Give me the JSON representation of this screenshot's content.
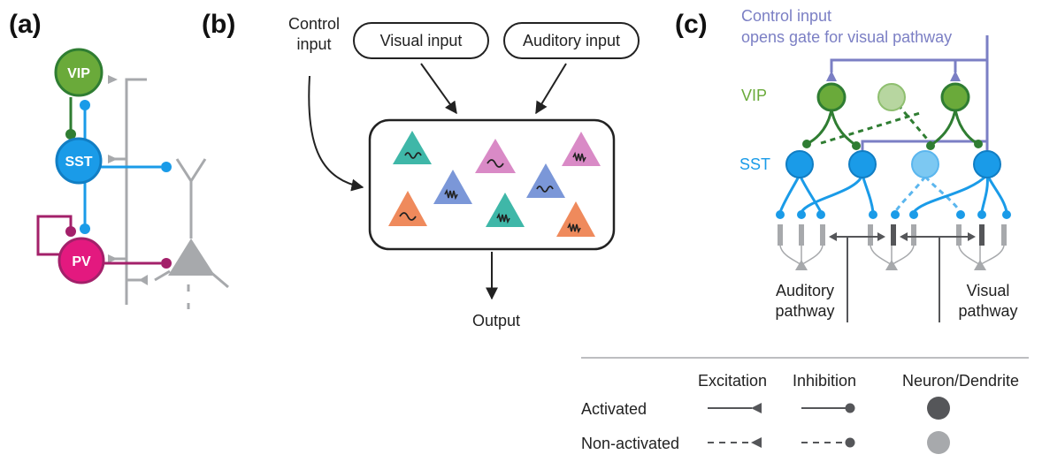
{
  "panels": {
    "a": {
      "label": "(a)",
      "cells": {
        "vip": "VIP",
        "sst": "SST",
        "pv": "PV"
      }
    },
    "b": {
      "label": "(b)",
      "control_input": [
        "Control",
        "input"
      ],
      "visual_input": "Visual input",
      "auditory_input": "Auditory input",
      "output": "Output"
    },
    "c": {
      "label": "(c)",
      "control_caption": [
        "Control input",
        "opens gate for visual pathway"
      ],
      "vip_label": "VIP",
      "sst_label": "SST",
      "auditory_pathway": [
        "Auditory",
        "pathway"
      ],
      "visual_pathway": [
        "Visual",
        "pathway"
      ]
    }
  },
  "legend": {
    "headers": {
      "excitation": "Excitation",
      "inhibition": "Inhibition",
      "neuron": "Neuron/Dendrite"
    },
    "rows": {
      "activated": "Activated",
      "non_activated": "Non-activated"
    }
  },
  "colors": {
    "vip": "#6aaa3a",
    "vip_dark": "#2f7d32",
    "vip_faded": "#b7d6a0",
    "sst": "#1a9be8",
    "sst_faded": "#7cc8f2",
    "pv": "#e3197f",
    "pv_line": "#a3206a",
    "control": "#7b7fc4",
    "gray": "#a7a9ac",
    "dark": "#555659",
    "teal": "#3fb7a8",
    "pink": "#d98ac6",
    "blue": "#7b97d8",
    "orange": "#ef8a5c"
  }
}
